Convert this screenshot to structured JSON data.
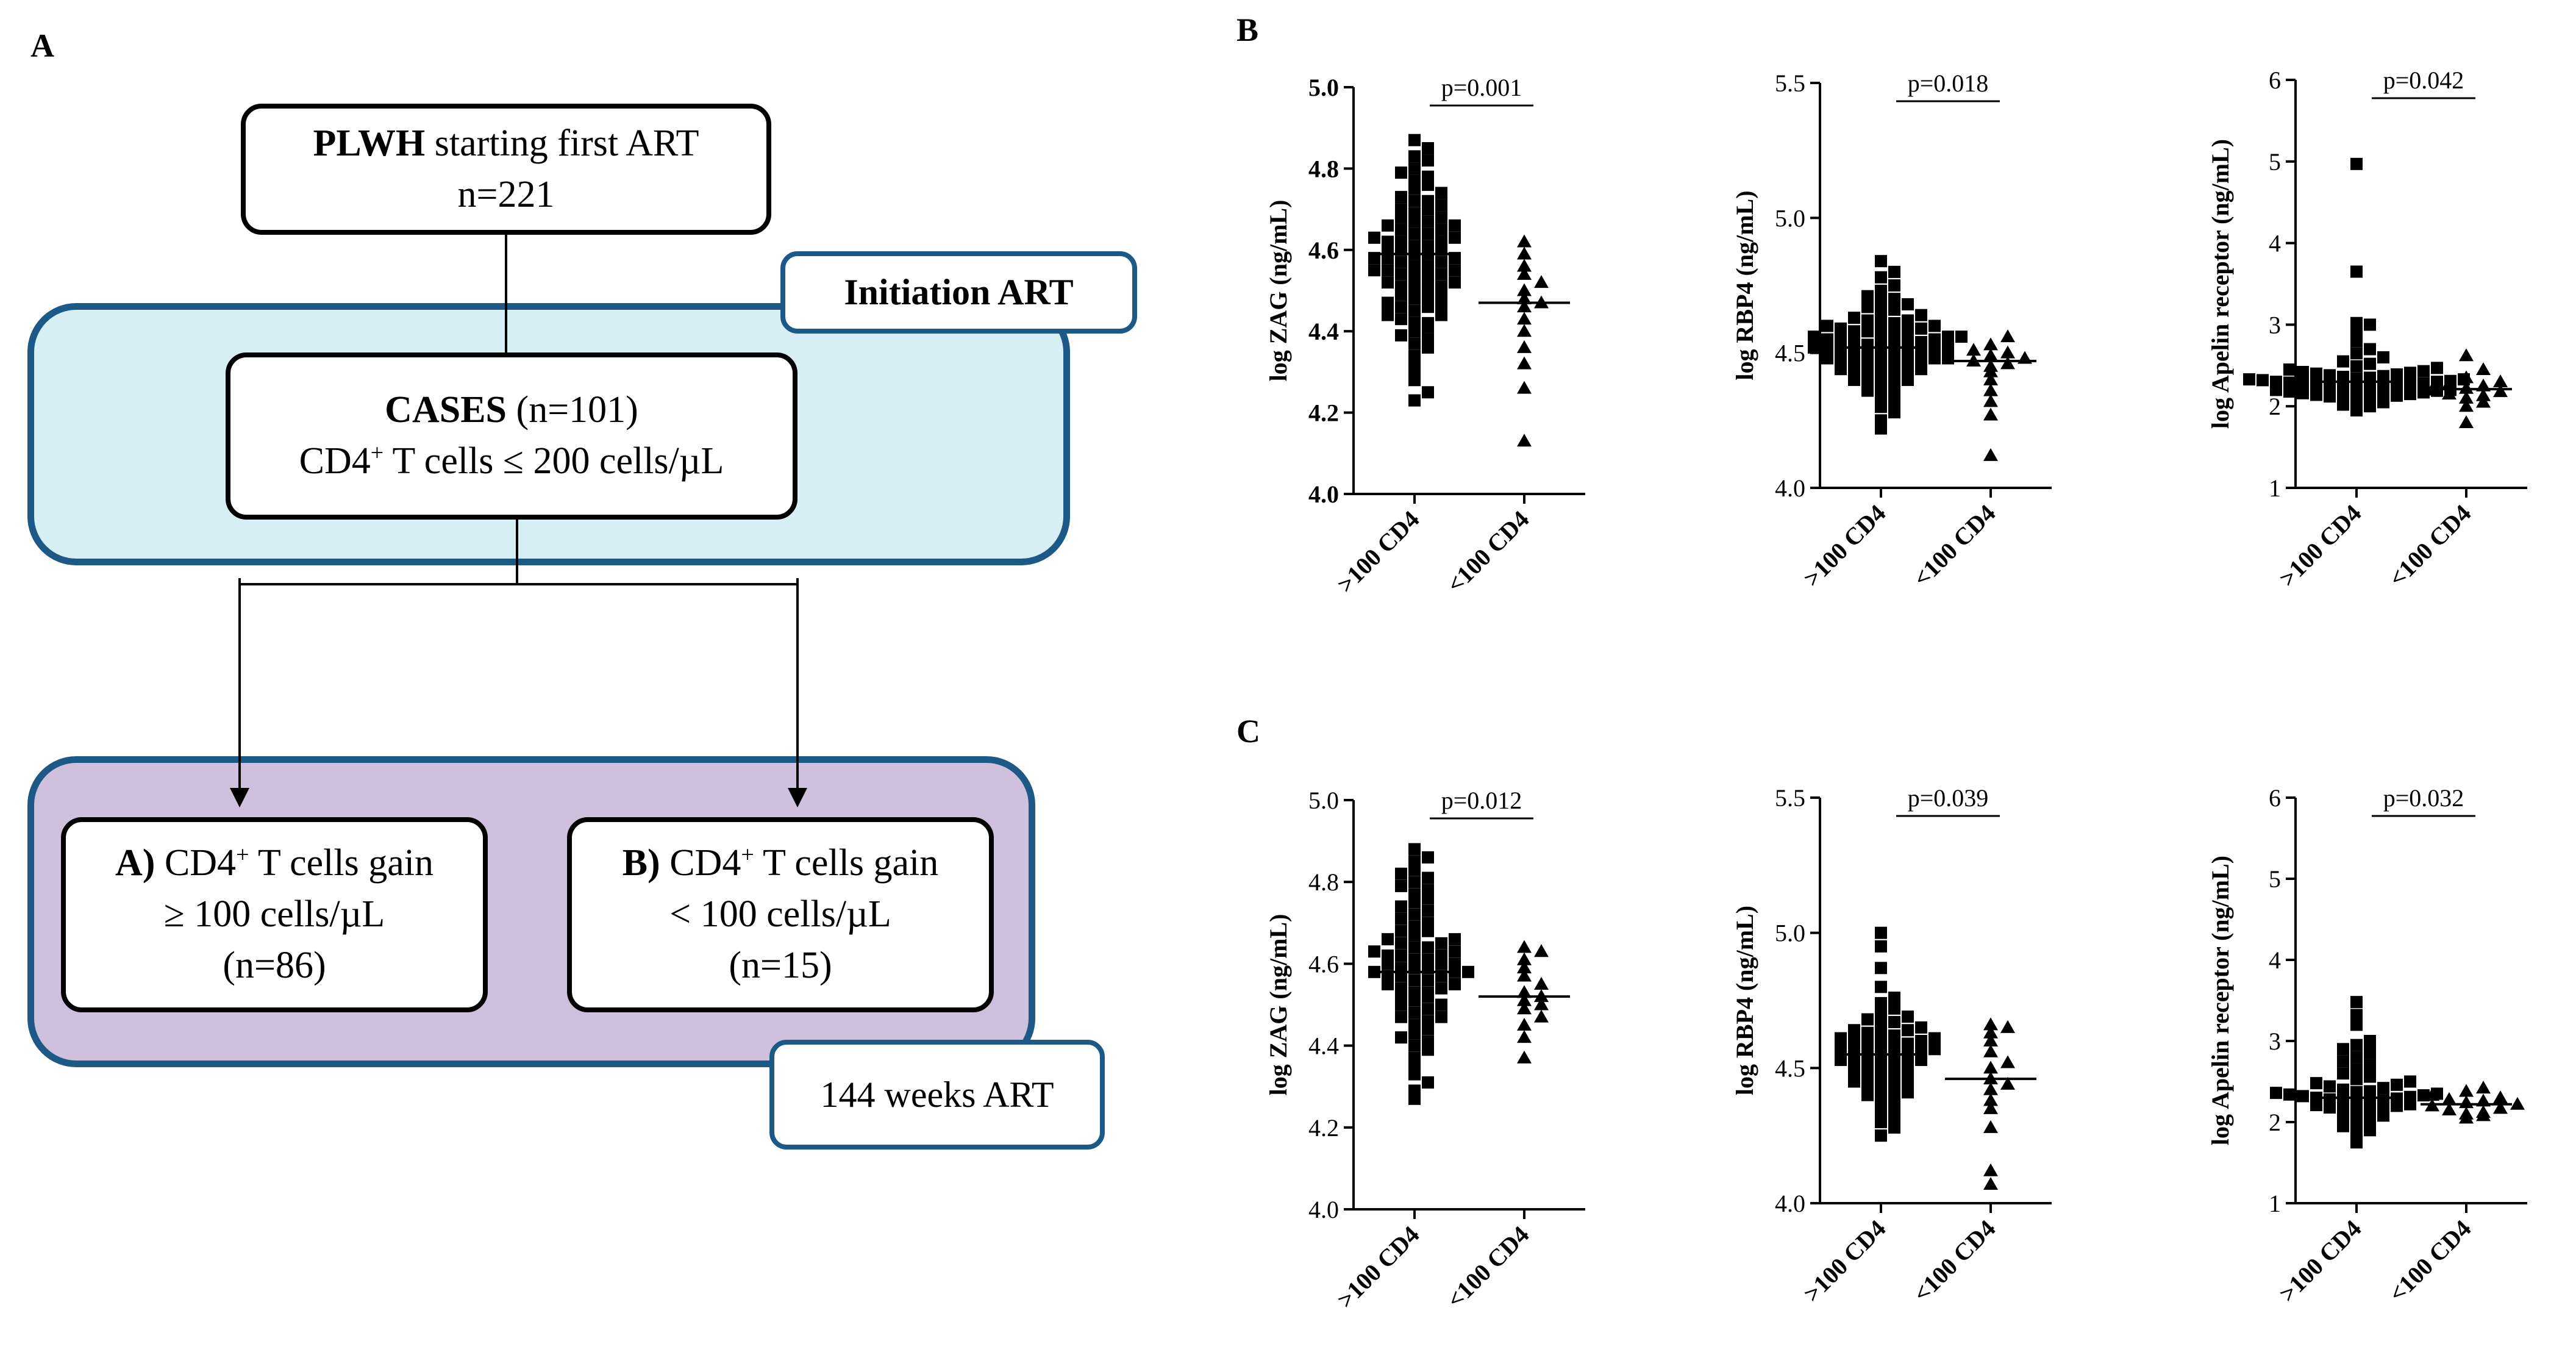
{
  "panel_letters": {
    "a": "A",
    "b": "B",
    "c": "C"
  },
  "flowchart": {
    "start_bold": "PLWH",
    "start_rest": " starting first ART",
    "start_n": "n=221",
    "initiation_label": "Initiation ART",
    "cases_bold": "CASES",
    "cases_rest": " (n=101)",
    "cases_line2_pre": "CD4",
    "cases_line2_post": " T cells ≤ 200 cells/µL",
    "sup": "+",
    "group_a_bold": "A)",
    "group_a_pre": " CD4",
    "group_a_post": " T cells gain",
    "group_a_line2": "≥ 100 cells/µL",
    "group_a_line3": "(n=86)",
    "group_b_bold": "B)",
    "group_b_pre": " CD4",
    "group_b_post": " T cells gain",
    "group_b_line2": "< 100 cells/µL",
    "group_b_line3": "(n=15)",
    "followup_label": "144 weeks ART",
    "colors": {
      "region_border": "#1c5987",
      "initiation_fill": "#d6eef4",
      "followup_fill": "#cfc0dd"
    }
  },
  "chart_data": [
    {
      "panel": "B",
      "type": "scatter",
      "ylabel": "log ZAG (ng/mL)",
      "ylim": [
        4.0,
        5.0
      ],
      "yticks": [
        4.0,
        4.2,
        4.4,
        4.6,
        4.8,
        5.0
      ],
      "ytick_labels": [
        "4.0",
        "4.2",
        "4.4",
        "4.6",
        "4.8",
        "5.0"
      ],
      "bold_ticks": true,
      "categories": [
        ">100 CD4",
        "<100 CD4"
      ],
      "p_value": "p=0.001",
      "groups": [
        {
          "marker": "square",
          "median": 4.59,
          "values": [
            4.23,
            4.25,
            4.28,
            4.3,
            4.32,
            4.34,
            4.36,
            4.37,
            4.38,
            4.39,
            4.4,
            4.41,
            4.42,
            4.42,
            4.43,
            4.44,
            4.44,
            4.45,
            4.46,
            4.46,
            4.47,
            4.47,
            4.48,
            4.48,
            4.49,
            4.49,
            4.5,
            4.5,
            4.51,
            4.51,
            4.52,
            4.52,
            4.53,
            4.53,
            4.54,
            4.54,
            4.55,
            4.55,
            4.55,
            4.56,
            4.56,
            4.57,
            4.57,
            4.58,
            4.58,
            4.58,
            4.59,
            4.59,
            4.6,
            4.6,
            4.6,
            4.61,
            4.61,
            4.62,
            4.62,
            4.62,
            4.63,
            4.63,
            4.64,
            4.64,
            4.65,
            4.65,
            4.66,
            4.66,
            4.67,
            4.67,
            4.68,
            4.68,
            4.69,
            4.7,
            4.7,
            4.71,
            4.72,
            4.72,
            4.73,
            4.74,
            4.75,
            4.76,
            4.77,
            4.78,
            4.79,
            4.8,
            4.82,
            4.83,
            4.85,
            4.87
          ]
        },
        {
          "marker": "triangle",
          "median": 4.47,
          "values": [
            4.13,
            4.26,
            4.32,
            4.36,
            4.4,
            4.43,
            4.46,
            4.47,
            4.48,
            4.5,
            4.52,
            4.54,
            4.56,
            4.59,
            4.62
          ]
        }
      ]
    },
    {
      "panel": "B",
      "type": "scatter",
      "ylabel": "log RBP4 (ng/mL)",
      "ylim": [
        4.0,
        5.5
      ],
      "yticks": [
        4.0,
        4.5,
        5.0,
        5.5
      ],
      "ytick_labels": [
        "4.0",
        "4.5",
        "5.0",
        "5.5"
      ],
      "bold_ticks": false,
      "categories": [
        ">100 CD4",
        "<100 CD4"
      ],
      "p_value": "p=0.018",
      "groups": [
        {
          "marker": "square",
          "median": 4.52,
          "values": [
            4.22,
            4.25,
            4.28,
            4.3,
            4.32,
            4.34,
            4.35,
            4.36,
            4.37,
            4.38,
            4.39,
            4.4,
            4.4,
            4.41,
            4.42,
            4.42,
            4.43,
            4.43,
            4.44,
            4.44,
            4.45,
            4.45,
            4.46,
            4.46,
            4.46,
            4.47,
            4.47,
            4.48,
            4.48,
            4.48,
            4.49,
            4.49,
            4.5,
            4.5,
            4.5,
            4.51,
            4.51,
            4.51,
            4.52,
            4.52,
            4.52,
            4.53,
            4.53,
            4.53,
            4.54,
            4.54,
            4.54,
            4.55,
            4.55,
            4.55,
            4.56,
            4.56,
            4.56,
            4.57,
            4.57,
            4.58,
            4.58,
            4.58,
            4.59,
            4.59,
            4.6,
            4.6,
            4.61,
            4.61,
            4.62,
            4.62,
            4.63,
            4.64,
            4.65,
            4.66,
            4.67,
            4.68,
            4.69,
            4.7,
            4.71,
            4.73,
            4.75,
            4.78,
            4.8,
            4.84
          ]
        },
        {
          "marker": "triangle",
          "median": 4.47,
          "values": [
            4.12,
            4.27,
            4.32,
            4.36,
            4.4,
            4.43,
            4.45,
            4.46,
            4.47,
            4.48,
            4.49,
            4.5,
            4.51,
            4.53,
            4.56
          ]
        }
      ]
    },
    {
      "panel": "B",
      "type": "scatter",
      "ylabel": "log Apelin receptor (ng/mL)",
      "ylim": [
        1,
        6
      ],
      "yticks": [
        1,
        2,
        3,
        4,
        5,
        6
      ],
      "ytick_labels": [
        "1",
        "2",
        "3",
        "4",
        "5",
        "6"
      ],
      "bold_ticks": false,
      "categories": [
        ">100 CD4",
        "<100 CD4"
      ],
      "p_value": "p=0.042",
      "groups": [
        {
          "marker": "square",
          "median": 2.3,
          "values": [
            1.95,
            2.0,
            2.02,
            2.05,
            2.07,
            2.08,
            2.1,
            2.11,
            2.12,
            2.13,
            2.14,
            2.15,
            2.16,
            2.17,
            2.18,
            2.19,
            2.2,
            2.2,
            2.21,
            2.22,
            2.23,
            2.24,
            2.25,
            2.25,
            2.26,
            2.27,
            2.28,
            2.28,
            2.29,
            2.3,
            2.3,
            2.31,
            2.32,
            2.33,
            2.33,
            2.34,
            2.35,
            2.36,
            2.37,
            2.38,
            2.39,
            2.4,
            2.41,
            2.42,
            2.43,
            2.45,
            2.47,
            2.49,
            2.52,
            2.55,
            2.6,
            2.65,
            2.7,
            2.8,
            2.9,
            3.0,
            3.02,
            3.65,
            4.97
          ]
        },
        {
          "marker": "triangle",
          "median": 2.21,
          "values": [
            1.8,
            2.0,
            2.05,
            2.1,
            2.13,
            2.15,
            2.18,
            2.2,
            2.22,
            2.25,
            2.28,
            2.3,
            2.35,
            2.45,
            2.62
          ]
        }
      ]
    },
    {
      "panel": "C",
      "type": "scatter",
      "ylabel": "log ZAG (ng/mL)",
      "ylim": [
        4.0,
        5.0
      ],
      "yticks": [
        4.0,
        4.2,
        4.4,
        4.6,
        4.8,
        5.0
      ],
      "ytick_labels": [
        "4.0",
        "4.2",
        "4.4",
        "4.6",
        "4.8",
        "5.0"
      ],
      "bold_ticks": false,
      "categories": [
        ">100 CD4",
        "<100 CD4"
      ],
      "p_value": "p=0.012",
      "groups": [
        {
          "marker": "square",
          "median": 4.58,
          "values": [
            4.27,
            4.29,
            4.31,
            4.33,
            4.35,
            4.37,
            4.39,
            4.4,
            4.41,
            4.42,
            4.43,
            4.44,
            4.45,
            4.46,
            4.47,
            4.47,
            4.48,
            4.49,
            4.5,
            4.5,
            4.51,
            4.52,
            4.52,
            4.53,
            4.53,
            4.54,
            4.54,
            4.55,
            4.55,
            4.56,
            4.56,
            4.57,
            4.57,
            4.57,
            4.58,
            4.58,
            4.58,
            4.59,
            4.59,
            4.59,
            4.6,
            4.6,
            4.6,
            4.61,
            4.61,
            4.62,
            4.62,
            4.62,
            4.63,
            4.63,
            4.64,
            4.64,
            4.65,
            4.65,
            4.66,
            4.66,
            4.67,
            4.68,
            4.68,
            4.69,
            4.7,
            4.71,
            4.72,
            4.73,
            4.74,
            4.75,
            4.76,
            4.77,
            4.78,
            4.79,
            4.8,
            4.81,
            4.82,
            4.83,
            4.85,
            4.86,
            4.88
          ]
        },
        {
          "marker": "triangle",
          "median": 4.52,
          "values": [
            4.37,
            4.42,
            4.45,
            4.47,
            4.49,
            4.5,
            4.51,
            4.52,
            4.53,
            4.55,
            4.57,
            4.59,
            4.61,
            4.63,
            4.64
          ]
        }
      ]
    },
    {
      "panel": "C",
      "type": "scatter",
      "ylabel": "log RBP4 (ng/mL)",
      "ylim": [
        4.0,
        5.5
      ],
      "yticks": [
        4.0,
        4.5,
        5.0,
        5.5
      ],
      "ytick_labels": [
        "4.0",
        "4.5",
        "5.0",
        "5.5"
      ],
      "bold_ticks": false,
      "categories": [
        ">100 CD4",
        "<100 CD4"
      ],
      "p_value": "p=0.039",
      "groups": [
        {
          "marker": "square",
          "median": 4.55,
          "values": [
            4.25,
            4.28,
            4.3,
            4.32,
            4.34,
            4.36,
            4.38,
            4.39,
            4.4,
            4.41,
            4.42,
            4.43,
            4.44,
            4.45,
            4.45,
            4.46,
            4.47,
            4.48,
            4.48,
            4.49,
            4.5,
            4.5,
            4.51,
            4.52,
            4.52,
            4.53,
            4.53,
            4.54,
            4.54,
            4.55,
            4.55,
            4.56,
            4.56,
            4.57,
            4.57,
            4.58,
            4.58,
            4.59,
            4.59,
            4.6,
            4.6,
            4.61,
            4.61,
            4.62,
            4.62,
            4.63,
            4.64,
            4.64,
            4.65,
            4.66,
            4.67,
            4.68,
            4.69,
            4.7,
            4.72,
            4.74,
            4.76,
            4.8,
            4.87,
            4.95,
            5.0
          ]
        },
        {
          "marker": "triangle",
          "median": 4.46,
          "values": [
            4.07,
            4.12,
            4.28,
            4.35,
            4.38,
            4.42,
            4.44,
            4.46,
            4.5,
            4.52,
            4.56,
            4.6,
            4.63,
            4.65,
            4.66
          ]
        }
      ]
    },
    {
      "panel": "C",
      "type": "scatter",
      "ylabel": "log Apelin receptor (ng/mL)",
      "ylim": [
        1,
        6
      ],
      "yticks": [
        1,
        2,
        3,
        4,
        5,
        6
      ],
      "ytick_labels": [
        "1",
        "2",
        "3",
        "4",
        "5",
        "6"
      ],
      "bold_ticks": false,
      "categories": [
        ">100 CD4",
        "<100 CD4"
      ],
      "p_value": "p=0.032",
      "groups": [
        {
          "marker": "square",
          "median": 2.3,
          "values": [
            1.75,
            1.85,
            1.9,
            1.95,
            2.0,
            2.03,
            2.05,
            2.08,
            2.1,
            2.12,
            2.14,
            2.16,
            2.18,
            2.2,
            2.21,
            2.22,
            2.24,
            2.25,
            2.26,
            2.27,
            2.28,
            2.29,
            2.3,
            2.31,
            2.32,
            2.33,
            2.34,
            2.35,
            2.36,
            2.37,
            2.38,
            2.4,
            2.42,
            2.44,
            2.46,
            2.48,
            2.5,
            2.53,
            2.56,
            2.6,
            2.65,
            2.7,
            2.75,
            2.8,
            2.85,
            2.9,
            2.95,
            3.0,
            3.2,
            3.32,
            3.48
          ]
        },
        {
          "marker": "triangle",
          "median": 2.22,
          "values": [
            2.05,
            2.08,
            2.1,
            2.12,
            2.15,
            2.17,
            2.2,
            2.22,
            2.24,
            2.26,
            2.28,
            2.3,
            2.33,
            2.38,
            2.42
          ]
        }
      ]
    }
  ]
}
